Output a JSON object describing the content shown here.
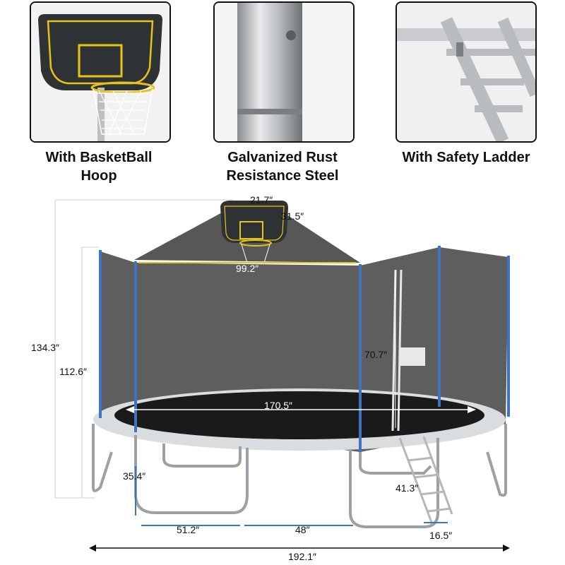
{
  "features": [
    {
      "line1": "With BasketBall",
      "line2": "Hoop"
    },
    {
      "line1": "Galvanized Rust",
      "line2": "Resistance Steel"
    },
    {
      "line1": "With Safety Ladder",
      "line2": ""
    }
  ],
  "dimensions": {
    "backboard_width": "21.7″",
    "backboard_height": "31.5″",
    "hoop_span": "99.2″",
    "overall_height": "134.3″",
    "net_height": "112.6″",
    "enclosure_height": "70.7″",
    "mat_diameter": "170.5″",
    "leg_height": "35.4″",
    "ladder_height": "41.3″",
    "base_width_left": "51.2″",
    "base_width_mid": "48″",
    "ladder_width": "16.5″",
    "overall_diameter": "192.1″"
  },
  "colors": {
    "pole_blue": "#3f74c4",
    "mat_black": "#1a1a1a",
    "net_gray": "#2e2e2e",
    "pad_silver": "#d9dde0",
    "hoop_yellow": "#e7c31a"
  }
}
